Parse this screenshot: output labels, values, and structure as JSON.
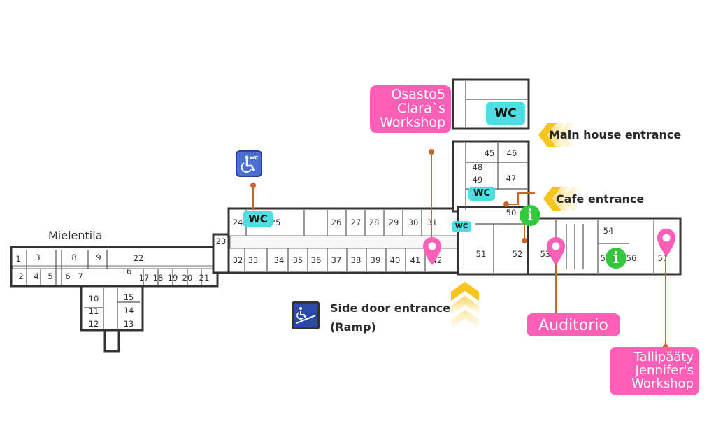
{
  "map": {
    "building_label": "Mielentila",
    "rooms": [
      "1",
      "2",
      "3",
      "4",
      "5",
      "6",
      "7",
      "8",
      "9",
      "10",
      "11",
      "12",
      "13",
      "14",
      "15",
      "16",
      "17",
      "18",
      "19",
      "20",
      "21",
      "22",
      "23",
      "24",
      "25",
      "26",
      "27",
      "28",
      "29",
      "30",
      "31",
      "32",
      "33",
      "34",
      "35",
      "36",
      "37",
      "38",
      "39",
      "40",
      "41",
      "42",
      "45",
      "46",
      "47",
      "48",
      "49",
      "50",
      "51",
      "52",
      "53",
      "54",
      "55",
      "56",
      "57"
    ],
    "wc_labels": {
      "west": "WC",
      "north": "WC",
      "middle": "WC",
      "small": "WC"
    },
    "accessible_wc_icon_text": "WC",
    "info_icon_glyph": "i",
    "entrances": {
      "main_house": "Main house entrance",
      "cafe": "Cafe entrance",
      "side_door_line1": "Side door entrance",
      "side_door_line2": "(Ramp)"
    },
    "pois": {
      "osasto5": [
        "Osasto5",
        "Clara`s",
        "Workshop"
      ],
      "auditorio": "Auditorio",
      "tallipaaty": [
        "Tallipääty",
        "Jennifer's",
        "Workshop"
      ]
    },
    "colors": {
      "poi_pink": "#ff5fb7",
      "wc_cyan": "#4fdde3",
      "info_green": "#33c93a",
      "arrow_yellow": "#f7c51e",
      "leader_orange": "#c8652a",
      "access_blue": "#2c48a8"
    }
  }
}
